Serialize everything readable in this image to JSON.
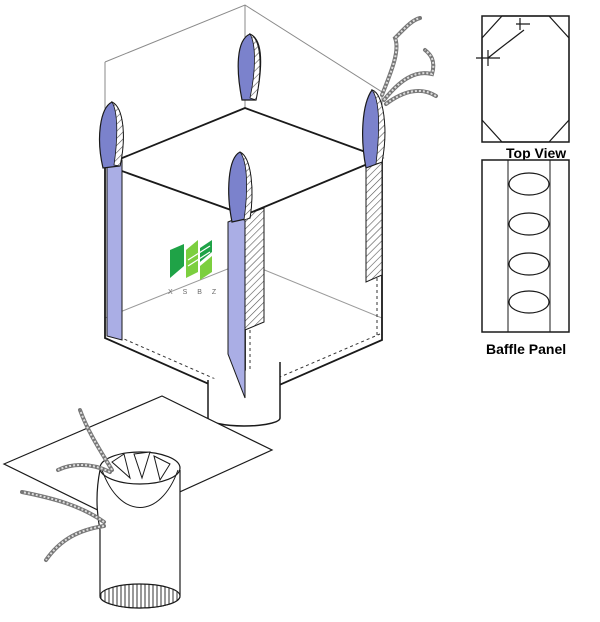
{
  "diagram": {
    "labels": {
      "top_view": "Top View",
      "baffle_panel": "Baffle Panel"
    },
    "logo": {
      "text": "X S B Z",
      "colors": [
        "#1fa347",
        "#7ccf3f"
      ]
    },
    "colors": {
      "loop_fill": "#7b82cc",
      "strap_fill": "#aaaee5",
      "outline": "#1a1a1a",
      "thin_line": "#8a8a8a"
    },
    "icons": [
      "lifting-loop-icon",
      "baffle-panel-icon",
      "filling-spout-icon",
      "discharge-spout-icon"
    ]
  }
}
